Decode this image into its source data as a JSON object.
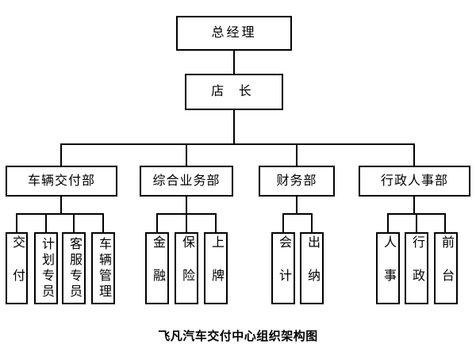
{
  "page": {
    "background_color": "#ffffff",
    "line_color": "#000000",
    "text_color": "#000000"
  },
  "chart": {
    "type": "org-chart",
    "title": "飞凡汽车交付中心组织架构图",
    "root": {
      "label": "总经理"
    },
    "manager": {
      "label": "店 长"
    },
    "departments": [
      {
        "label": "车辆交付部",
        "children": [
          "交付",
          "计划专员",
          "客服专员",
          "车辆管理"
        ]
      },
      {
        "label": "综合业务部",
        "children": [
          "金融",
          "保险",
          "上牌"
        ]
      },
      {
        "label": "财务部",
        "children": [
          "会计",
          "出纳"
        ]
      },
      {
        "label": "行政人事部",
        "children": [
          "人事",
          "行政",
          "前台"
        ]
      }
    ]
  }
}
